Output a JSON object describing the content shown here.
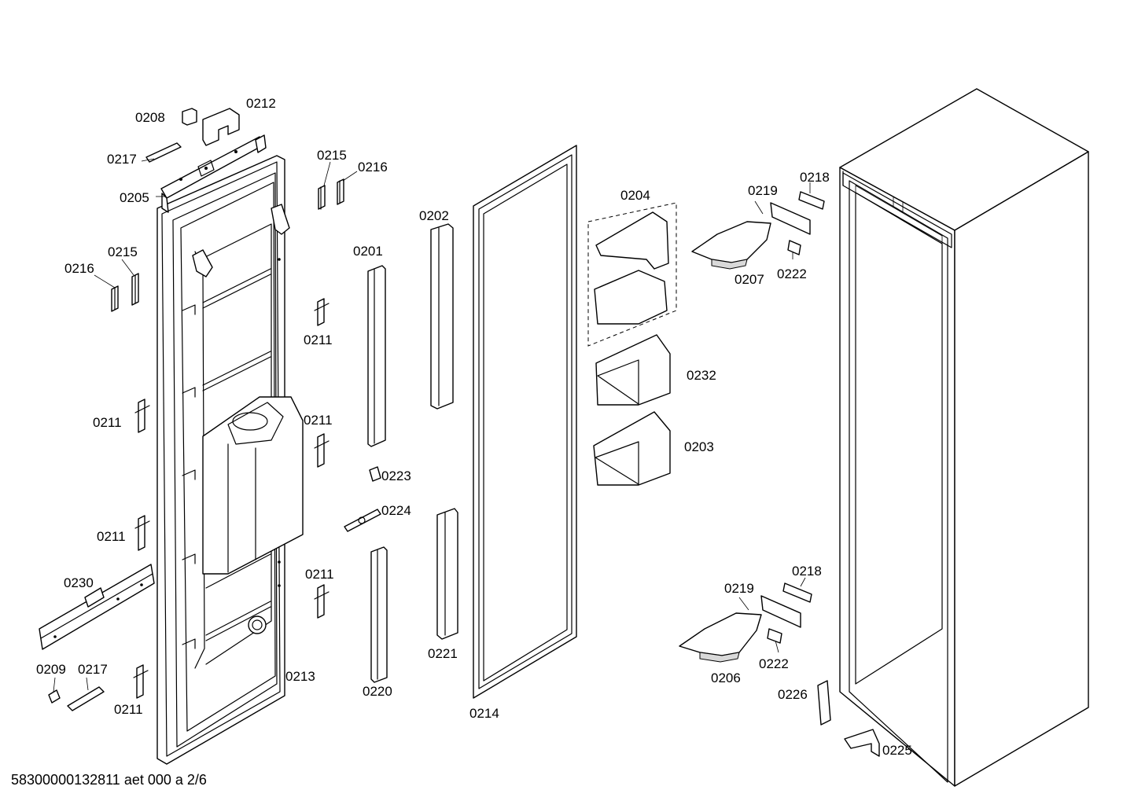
{
  "footer": "58300000132811 aet 000 a 2/6",
  "labels": {
    "l0208": "0208",
    "l0212": "0212",
    "l0217_top": "0217",
    "l0205": "0205",
    "l0215_top": "0215",
    "l0216_top": "0216",
    "l0215_left": "0215",
    "l0216_left": "0216",
    "l0201": "0201",
    "l0202": "0202",
    "l0204": "0204",
    "l0219_top": "0219",
    "l0218_top": "0218",
    "l0207": "0207",
    "l0222_top": "0222",
    "l0211_a": "0211",
    "l0211_b": "0211",
    "l0211_c": "0211",
    "l0211_d": "0211",
    "l0211_e": "0211",
    "l0211_f": "0211",
    "l0232": "0232",
    "l0223": "0223",
    "l0203": "0203",
    "l0224": "0224",
    "l0230": "0230",
    "l0218_bot": "0218",
    "l0219_bot": "0219",
    "l0221": "0221",
    "l0222_bot": "0222",
    "l0209": "0209",
    "l0217_bot": "0217",
    "l0213": "0213",
    "l0206": "0206",
    "l0220": "0220",
    "l0226": "0226",
    "l0214": "0214",
    "l0225": "0225"
  }
}
